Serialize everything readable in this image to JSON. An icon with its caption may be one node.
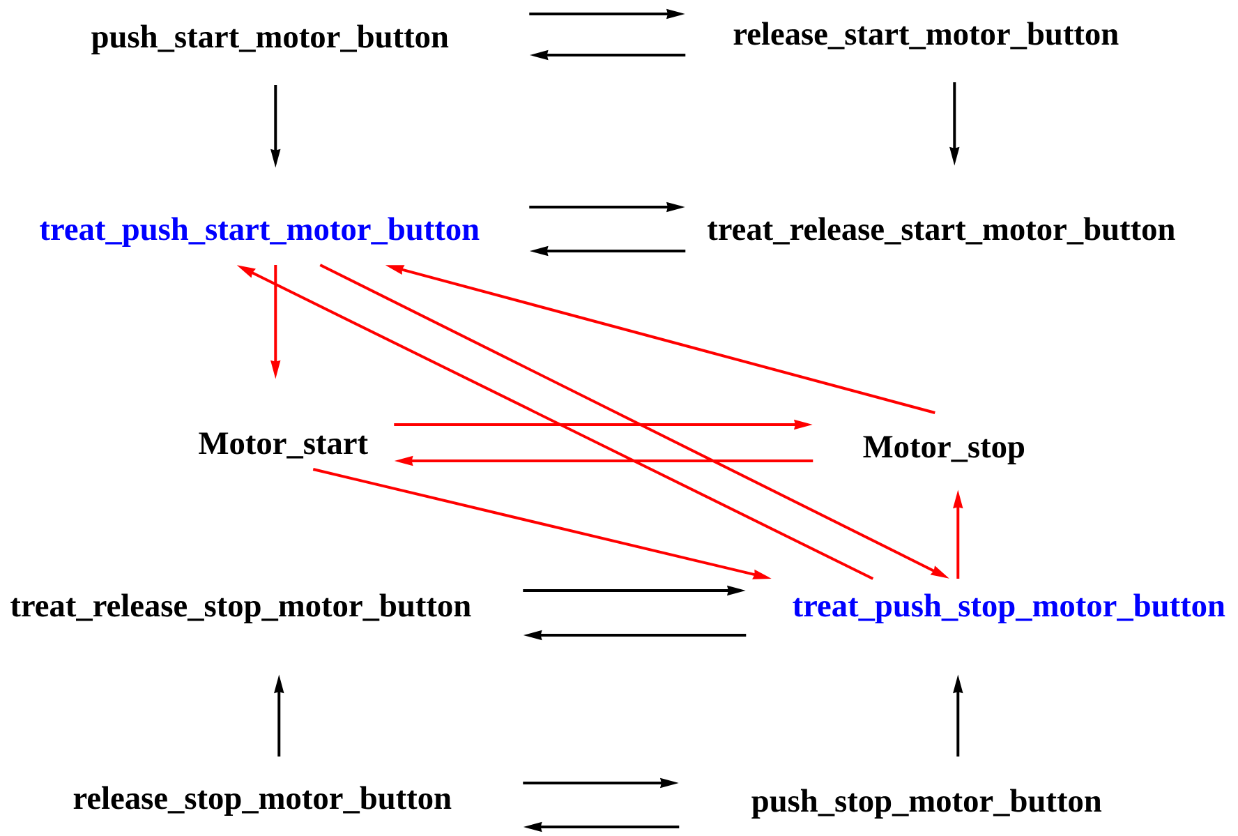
{
  "diagram": {
    "nodes": [
      {
        "text": [
          "push_start_motor_button"
        ]
      },
      {
        "text": [
          "release_start_motor_button"
        ]
      },
      {
        "text": [
          "treat_push_start_motor_button"
        ]
      },
      {
        "text": [
          "treat_release_start_motor_button"
        ]
      },
      {
        "text": [
          "Motor_start"
        ]
      },
      {
        "text": [
          "Motor_stop"
        ]
      },
      {
        "text": [
          "treat_release_stop_motor_button"
        ]
      },
      {
        "text": [
          "treat_push_stop_motor_button"
        ]
      },
      {
        "text": [
          "release_stop_motor_button"
        ]
      },
      {
        "text": [
          "push_stop_motor_button"
        ]
      }
    ],
    "edges": [
      {
        "from": 0,
        "to": 1,
        "arrow": "to"
      },
      {
        "from": 1,
        "to": 0,
        "arrow": "to"
      },
      {
        "from": 0,
        "to": 2,
        "arrow": "to"
      },
      {
        "from": 1,
        "to": 3,
        "arrow": "to"
      },
      {
        "from": 2,
        "to": 3,
        "arrow": "to"
      },
      {
        "from": 3,
        "to": 2,
        "arrow": "to"
      },
      {
        "from": 2,
        "to": 4,
        "arrow": "to",
        "color": "#ff0000"
      },
      {
        "from": 4,
        "to": 5,
        "arrow": "to",
        "color": "#ff0000"
      },
      {
        "from": 5,
        "to": 4,
        "arrow": "to",
        "color": "#ff0000"
      },
      {
        "from": 5,
        "to": 2,
        "arrow": "to",
        "color": "#ff0000"
      },
      {
        "from": 2,
        "to": 7,
        "arrow": "to",
        "color": "#ff0000"
      },
      {
        "from": 7,
        "to": 2,
        "arrow": "to",
        "color": "#ff0000"
      },
      {
        "from": 4,
        "to": 7,
        "arrow": "to",
        "color": "#ff0000"
      },
      {
        "from": 7,
        "to": 5,
        "arrow": "to",
        "color": "#ff0000"
      },
      {
        "from": 6,
        "to": 7,
        "arrow": "to"
      },
      {
        "from": 7,
        "to": 6,
        "arrow": "to"
      },
      {
        "from": 8,
        "to": 6,
        "arrow": "to"
      },
      {
        "from": 9,
        "to": 7,
        "arrow": "to"
      },
      {
        "from": 8,
        "to": 9,
        "arrow": "to"
      },
      {
        "from": 9,
        "to": 8,
        "arrow": "to"
      }
    ]
  }
}
